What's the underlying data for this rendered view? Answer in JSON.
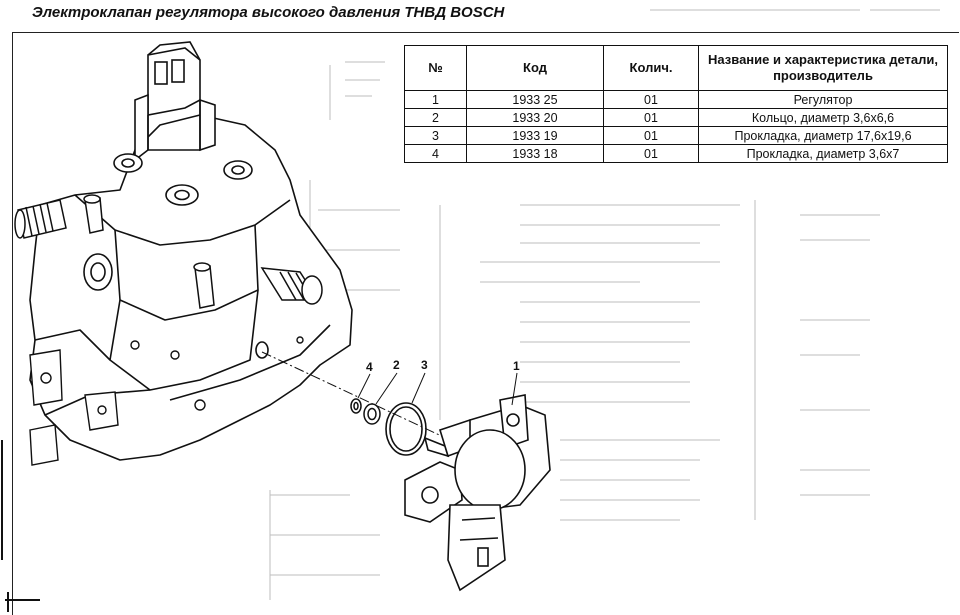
{
  "page": {
    "title": "Электроклапан регулятора высокого давления ТНВД BOSCH"
  },
  "table": {
    "headers": [
      "№",
      "Код",
      "Колич.",
      "Название и характеристика детали, производитель"
    ],
    "rows": [
      {
        "num": "1",
        "code": "1933 25",
        "qty": "01",
        "name": "Регулятор"
      },
      {
        "num": "2",
        "code": "1933 20",
        "qty": "01",
        "name": "Кольцо, диаметр 3,6x6,6"
      },
      {
        "num": "3",
        "code": "1933 19",
        "qty": "01",
        "name": "Прокладка, диаметр 17,6x19,6"
      },
      {
        "num": "4",
        "code": "1933 18",
        "qty": "01",
        "name": "Прокладка, диаметр 3,6x7"
      }
    ]
  },
  "callouts": {
    "c1": "1",
    "c2": "2",
    "c3": "3",
    "c4": "4"
  },
  "colors": {
    "ink": "#111111",
    "paper": "#ffffff",
    "bleed": "#b8b8b8"
  }
}
